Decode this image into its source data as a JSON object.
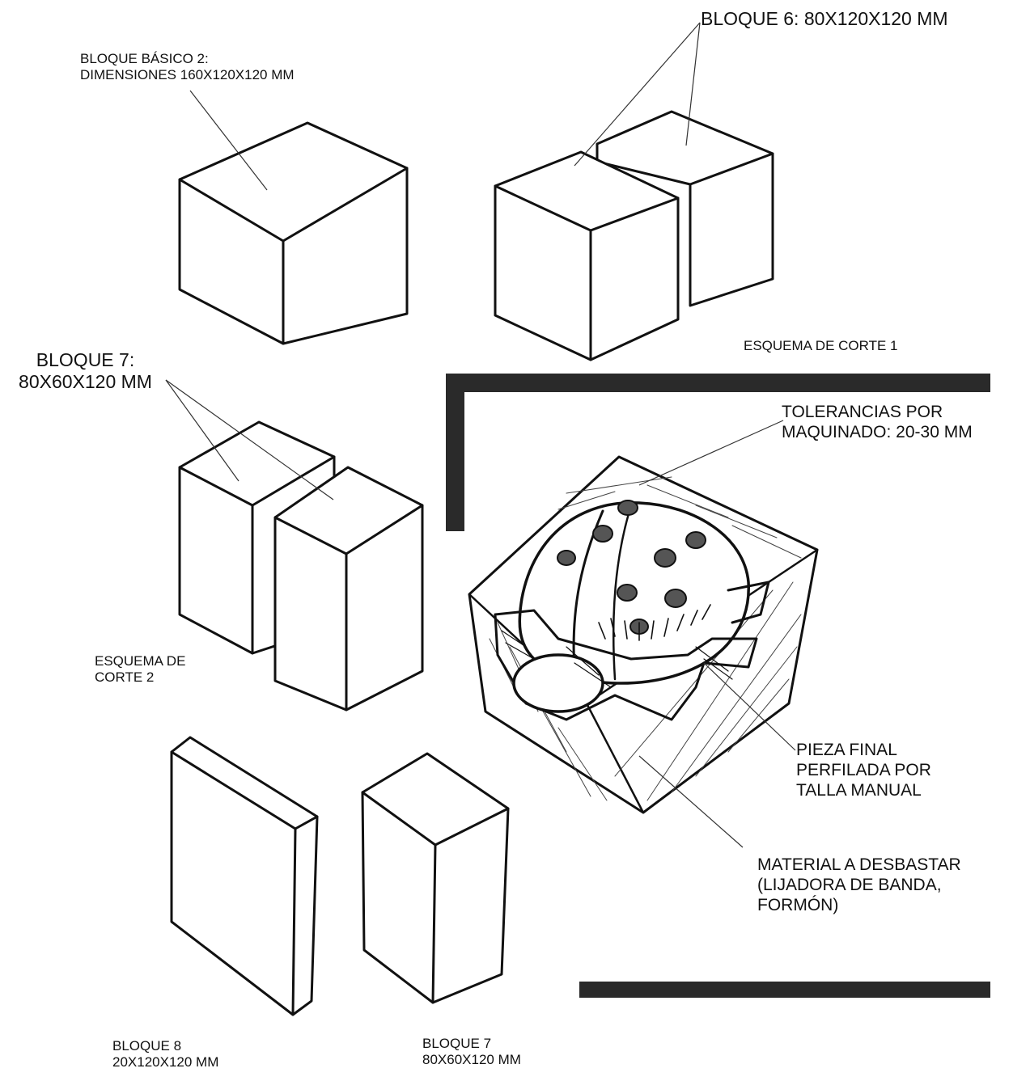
{
  "labels": {
    "bloque_basico": "BLOQUE BÁSICO 2:\nDIMENSIONES 160X120X120 MM",
    "bloque6": "BLOQUE 6: 80X120X120 MM",
    "esquema1": "ESQUEMA DE CORTE 1",
    "bloque7_top": "BLOQUE 7:\n80X60X120 MM",
    "tolerancias": "TOLERANCIAS POR\nMAQUINADO: 20-30 MM",
    "esquema2": "ESQUEMA DE\nCORTE 2",
    "pieza_final": "PIEZA FINAL\nPERFILADA POR\nTALLA MANUAL",
    "material": "MATERIAL A DESBASTAR\n(LIJADORA DE BANDA,\nFORMÓN)",
    "bloque8": "BLOQUE 8\n20X120X120 MM",
    "bloque7_bottom": "BLOQUE 7\n80X60X120 MM"
  },
  "colors": {
    "ink": "#111111",
    "frame": "#2a2a2a",
    "paper": "#ffffff"
  }
}
